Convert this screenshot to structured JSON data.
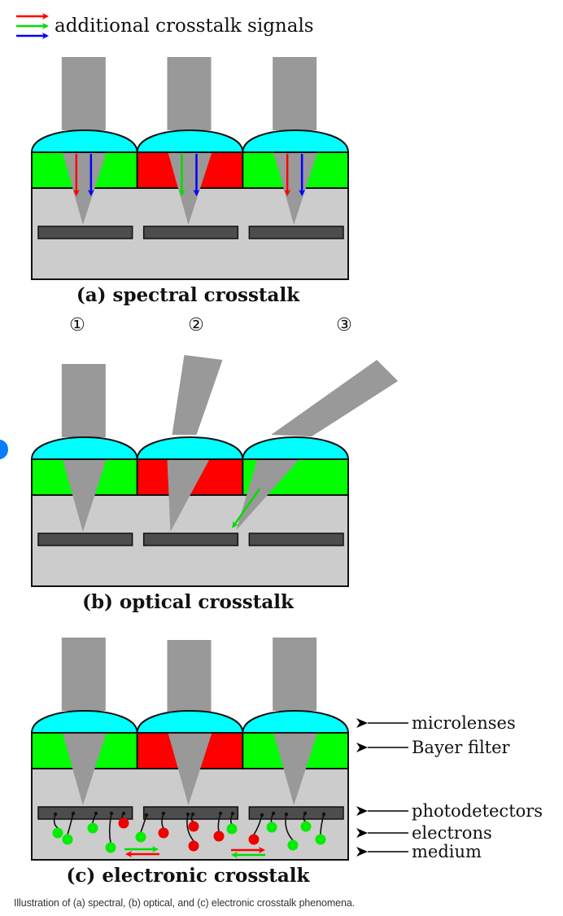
{
  "legend": {
    "label": "additional crosstalk signals",
    "arrow_colors": [
      "#ff0000",
      "#00e000",
      "#0000ff"
    ]
  },
  "colors": {
    "microlens": "#00ffff",
    "filter_green": "#00ff00",
    "filter_red": "#ff0000",
    "medium": "#cccccc",
    "beam": "#999999",
    "photodetector": "#4d4d4d",
    "outline": "#111111",
    "electron_green": "#00ee00",
    "electron_red": "#ee0000",
    "arrow_red": "#ff0000",
    "arrow_green": "#00dd00",
    "arrow_blue": "#0000ff"
  },
  "panels": [
    {
      "id": "a",
      "title": "(a) spectral crosstalk",
      "filters": [
        "green",
        "red",
        "green"
      ],
      "crosstalk_arrows": [
        [
          "red",
          "blue"
        ],
        [
          "green",
          "blue"
        ],
        [
          "red",
          "blue"
        ]
      ]
    },
    {
      "id": "b",
      "title": "(b) optical crosstalk",
      "filters": [
        "green",
        "red",
        "green"
      ],
      "beam_markers": [
        "①",
        "②",
        "③"
      ]
    },
    {
      "id": "c",
      "title": "(c) electronic crosstalk",
      "filters": [
        "green",
        "red",
        "green"
      ],
      "layer_labels": [
        "microlenses",
        "Bayer filter",
        "photodetectors",
        "electrons",
        "medium"
      ]
    }
  ],
  "caption": "Illustration of (a) spectral, (b) optical, and (c) electronic crosstalk phenomena."
}
